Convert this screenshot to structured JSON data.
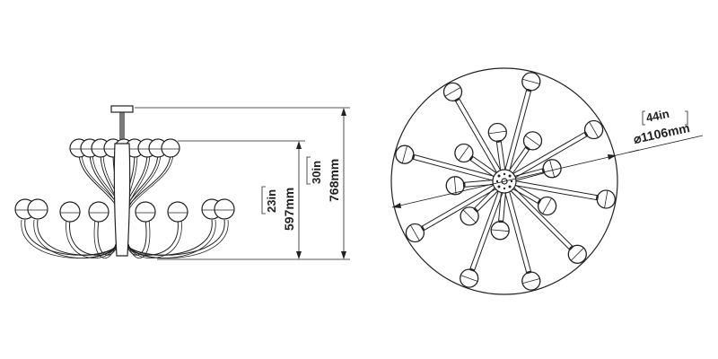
{
  "side_view": {
    "total_height": {
      "imperial": "30in",
      "metric": "768mm"
    },
    "body_height": {
      "imperial": "23in",
      "metric": "597mm"
    }
  },
  "top_view": {
    "diameter": {
      "imperial": "44in",
      "metric": "⌀1106mm"
    }
  },
  "colors": {
    "line": "#222222",
    "background": "#ffffff"
  },
  "icons": [
    "globe-shade",
    "arm",
    "canopy",
    "dimension-arrow"
  ]
}
